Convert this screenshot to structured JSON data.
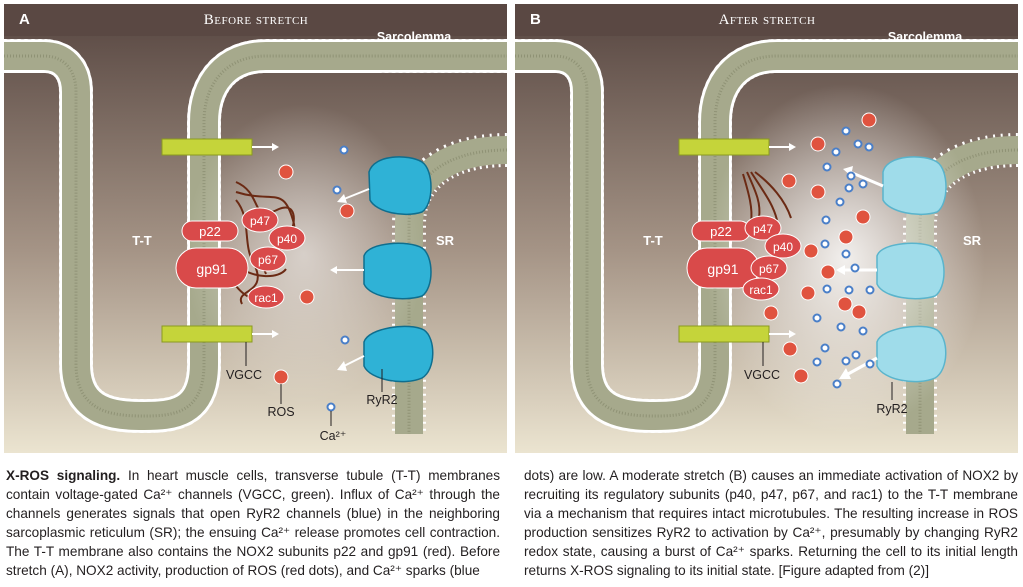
{
  "panels": [
    {
      "letter": "A",
      "title": "Before stretch",
      "labels": {
        "sarcolemma": "Sarcolemma",
        "tt": "T-T",
        "sr": "SR",
        "p22": "p22",
        "gp91": "gp91",
        "p47": "p47",
        "p40": "p40",
        "p67": "p67",
        "rac1": "rac1",
        "vgcc": "VGCC",
        "ros": "ROS",
        "ryr2": "RyR2",
        "ca": "Ca²⁺"
      }
    },
    {
      "letter": "B",
      "title": "After stretch",
      "labels": {
        "sarcolemma": "Sarcolemma",
        "tt": "T-T",
        "sr": "SR",
        "p22": "p22",
        "gp91": "gp91",
        "p47": "p47",
        "p40": "p40",
        "p67": "p67",
        "rac1": "rac1",
        "vgcc": "VGCC",
        "ryr2": "RyR2"
      }
    }
  ],
  "caption": {
    "title": "X-ROS signaling.",
    "left_text": "In heart muscle cells, transverse tubule (T-T) membranes contain voltage-gated Ca²⁺ channels (VGCC, green). Influx of Ca²⁺ through the channels generates signals that open RyR2 channels (blue) in the neighboring sarcoplasmic reticulum (SR); the ensuing Ca²⁺ release promotes cell contraction. The T-T membrane also contains the NOX2 subunits p22 and gp91 (red). Before stretch (A), NOX2 activity, production of ROS (red dots), and Ca²⁺ sparks (blue",
    "right_text": "dots) are low. A moderate stretch (B) causes an immediate activation of NOX2 by recruiting its regulatory subunits (p40, p47, p67, and rac1) to the T-T membrane via a mechanism that requires intact microtubules. The resulting increase in ROS production sensitizes RyR2 to activation by Ca²⁺, presumably by changing RyR2 redox state, causing a burst of Ca²⁺ sparks. Returning the cell to its initial length returns X-ROS signaling to its initial state. [Figure adapted from (2)]"
  },
  "colors": {
    "bg_top": "#5b4a45",
    "bg_bottom": "#ece6d2",
    "membrane": "#a6a98c",
    "bead": "#ffffff",
    "nox_red": "#d94a4a",
    "vgcc_green": "#c5d43a",
    "ryr_blue": "#2fb2d6",
    "ryr_blue_light": "#9fdcea",
    "ca_blue": "#5b8fd6"
  }
}
